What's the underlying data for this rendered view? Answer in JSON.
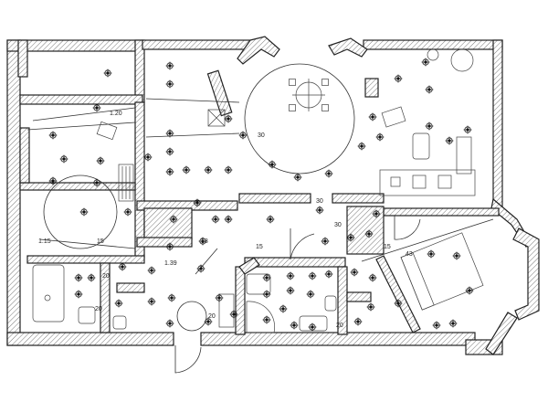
{
  "plan": {
    "dimension_labels": [
      {
        "text": "1.20"
      },
      {
        "text": "1.15"
      },
      {
        "text": "1.39"
      },
      {
        "text": "15"
      },
      {
        "text": "15"
      },
      {
        "text": "15"
      },
      {
        "text": "20"
      },
      {
        "text": "20"
      },
      {
        "text": "20"
      },
      {
        "text": "20"
      },
      {
        "text": "30"
      },
      {
        "text": "30"
      },
      {
        "text": "43"
      },
      {
        "text": "18"
      },
      {
        "text": "30"
      }
    ]
  }
}
